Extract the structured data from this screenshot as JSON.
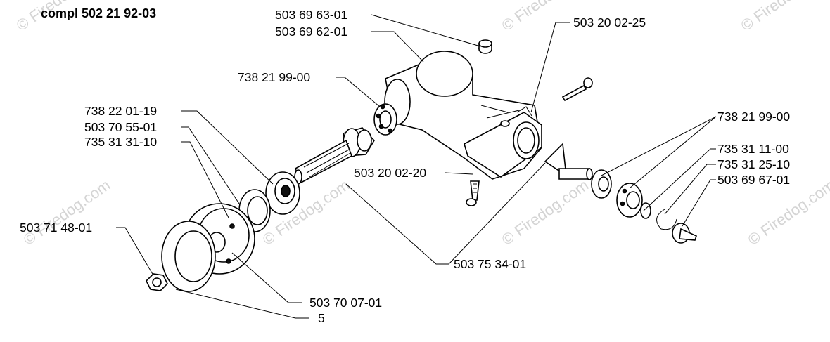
{
  "title": "compl 502 21 92-03",
  "watermark": "© Firedog.com",
  "parts": {
    "p1": "503 69 63-01",
    "p2": "503 69 62-01",
    "p3": "503 20 02-25",
    "p4": "738 21 99-00",
    "p5": "738 22 01-19",
    "p6": "503 70 55-01",
    "p7": "735 31 31-10",
    "p8": "738 21 99-00",
    "p9": "735 31 11-00",
    "p10": "735 31 25-10",
    "p11": "503 69 67-01",
    "p12": "503 20 02-20",
    "p13": "503 71 48-01",
    "p14": "503 75 34-01",
    "p15": "503 70 07-01",
    "p16": "5"
  }
}
